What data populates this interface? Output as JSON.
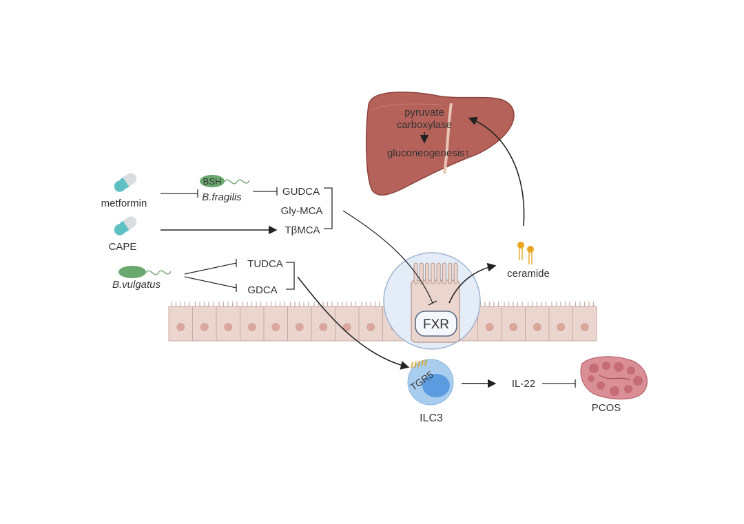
{
  "labels": {
    "metformin": "metformin",
    "cape": "CAPE",
    "bsh": "BSH",
    "b_fragilis": "B.fragilis",
    "b_vulgatus": "B.vulgatus",
    "gudca": "GUDCA",
    "gly_mca": "Gly-MCA",
    "tbmca": "TβMCA",
    "tudca": "TUDCA",
    "gdca": "GDCA",
    "fxr": "FXR",
    "ceramide": "ceramide",
    "pyruvate": "pyruvate",
    "carboxylase": "carboxylase",
    "gluconeogenesis": "gluconeogenesis↑",
    "tgr5": "TGR5",
    "ilc3": "ILC3",
    "il22": "IL-22",
    "pcos": "PCOS"
  },
  "colors": {
    "liver": "#b5625a",
    "liver_dark": "#8c433d",
    "capsule_teal": "#5fc0c4",
    "capsule_grey": "#d9dde0",
    "bacteria_green": "#6aa86f",
    "epithelium": "#ead6cf",
    "epithelium_border": "#c8aaa0",
    "nucleus": "#d9a79c",
    "ilc3_outer": "#a9cdee",
    "ilc3_inner": "#5b9be0",
    "ceramide_orange": "#e8a521",
    "ovary": "#d98f95"
  }
}
